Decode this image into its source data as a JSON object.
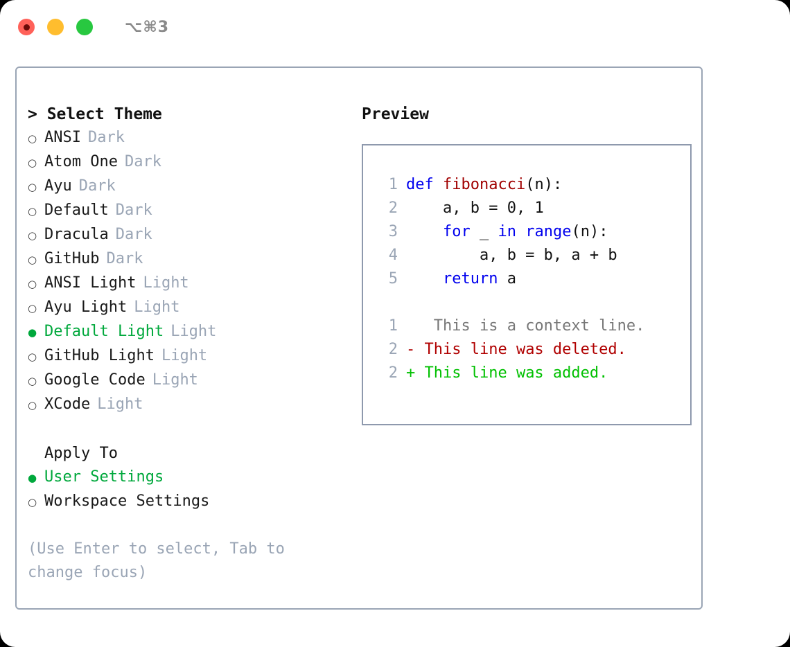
{
  "titlebar": {
    "shortcut": "⌥⌘3",
    "buttons": {
      "close": "close",
      "minimize": "minimize",
      "maximize": "maximize"
    }
  },
  "colors": {
    "accent_green": "#00a83c",
    "muted": "#9aa5b5",
    "keyword_blue": "#0000ee",
    "function_red": "#a00000",
    "diff_add_green": "#00c000",
    "diff_del_red": "#b00000",
    "border": "#9aa5b5"
  },
  "theme_panel": {
    "header": "> Select Theme",
    "marker_selected": "●",
    "marker_unselected": "○",
    "items": [
      {
        "name": "ANSI",
        "variant": "Dark",
        "selected": false
      },
      {
        "name": "Atom One",
        "variant": "Dark",
        "selected": false
      },
      {
        "name": "Ayu",
        "variant": "Dark",
        "selected": false
      },
      {
        "name": "Default",
        "variant": "Dark",
        "selected": false
      },
      {
        "name": "Dracula",
        "variant": "Dark",
        "selected": false
      },
      {
        "name": "GitHub",
        "variant": "Dark",
        "selected": false
      },
      {
        "name": "ANSI Light",
        "variant": "Light",
        "selected": false
      },
      {
        "name": "Ayu Light",
        "variant": "Light",
        "selected": false
      },
      {
        "name": "Default Light",
        "variant": "Light",
        "selected": true
      },
      {
        "name": "GitHub Light",
        "variant": "Light",
        "selected": false
      },
      {
        "name": "Google Code",
        "variant": "Light",
        "selected": false
      },
      {
        "name": "XCode",
        "variant": "Light",
        "selected": false
      }
    ]
  },
  "apply_to": {
    "header": "Apply To",
    "items": [
      {
        "name": "User Settings",
        "selected": true
      },
      {
        "name": "Workspace Settings",
        "selected": false
      }
    ]
  },
  "hint": "(Use Enter to select, Tab to change focus)",
  "preview": {
    "title": "Preview",
    "code_lines": [
      {
        "number": "1",
        "tokens": [
          {
            "text": "def ",
            "type": "kw"
          },
          {
            "text": "fibonacci",
            "type": "fn"
          },
          {
            "text": "(n):",
            "type": "plain"
          }
        ]
      },
      {
        "number": "2",
        "tokens": [
          {
            "text": "    a, b = ",
            "type": "plain"
          },
          {
            "text": "0",
            "type": "num"
          },
          {
            "text": ", ",
            "type": "plain"
          },
          {
            "text": "1",
            "type": "num"
          }
        ]
      },
      {
        "number": "3",
        "tokens": [
          {
            "text": "    ",
            "type": "plain"
          },
          {
            "text": "for",
            "type": "kw"
          },
          {
            "text": " _ ",
            "type": "plain"
          },
          {
            "text": "in",
            "type": "kw"
          },
          {
            "text": " ",
            "type": "plain"
          },
          {
            "text": "range",
            "type": "kw"
          },
          {
            "text": "(n):",
            "type": "plain"
          }
        ]
      },
      {
        "number": "4",
        "tokens": [
          {
            "text": "        a, b = b, a + b",
            "type": "plain"
          }
        ]
      },
      {
        "number": "5",
        "tokens": [
          {
            "text": "    ",
            "type": "plain"
          },
          {
            "text": "return",
            "type": "kw"
          },
          {
            "text": " a",
            "type": "plain"
          }
        ]
      }
    ],
    "diff_lines": [
      {
        "number": "1",
        "marker": " ",
        "text": "  This is a context line.",
        "type": "ctx"
      },
      {
        "number": "2",
        "marker": "-",
        "text": " This line was deleted.",
        "type": "del"
      },
      {
        "number": "2",
        "marker": "+",
        "text": " This line was added.",
        "type": "add"
      }
    ]
  }
}
